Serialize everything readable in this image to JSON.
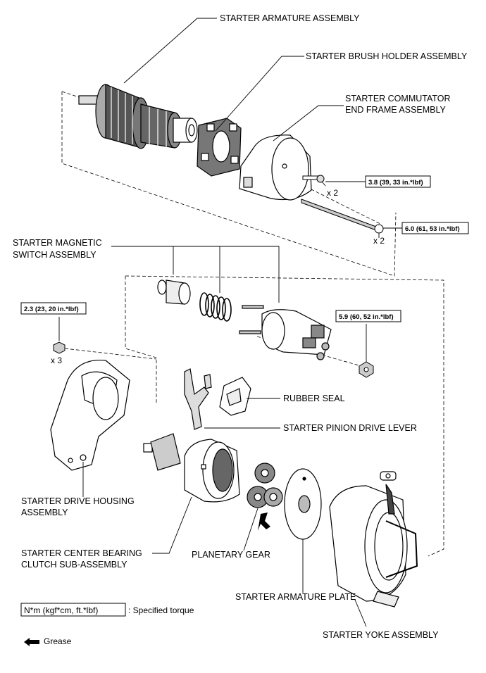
{
  "labels": {
    "armature": "STARTER ARMATURE ASSEMBLY",
    "brush_holder": "STARTER BRUSH HOLDER ASSEMBLY",
    "commutator_line1": "STARTER COMMUTATOR",
    "commutator_line2": "END FRAME ASSEMBLY",
    "magnetic_line1": "STARTER MAGNETIC",
    "magnetic_line2": "SWITCH ASSEMBLY",
    "rubber_seal": "RUBBER SEAL",
    "pinion_lever": "STARTER PINION DRIVE LEVER",
    "drive_housing_line1": "STARTER DRIVE HOUSING",
    "drive_housing_line2": "ASSEMBLY",
    "center_bearing_line1": "STARTER CENTER BEARING",
    "center_bearing_line2": "CLUTCH SUB-ASSEMBLY",
    "planetary_gear": "PLANETARY GEAR",
    "armature_plate": "STARTER ARMATURE PLATE",
    "yoke": "STARTER YOKE ASSEMBLY"
  },
  "torques": {
    "t1": "3.8 (39, 33 in.*lbf)",
    "t2": "6.0 (61, 53 in.*lbf)",
    "t3": "2.3 (23, 20 in.*lbf)",
    "t4": "5.9 (60, 52 in.*lbf)"
  },
  "quantities": {
    "q1": "x 2",
    "q2": "x 2",
    "q3": "x 3"
  },
  "legend": {
    "unit_box": "N*m (kgf*cm, ft.*lbf)",
    "unit_text": ": Specified torque",
    "grease": "Grease"
  }
}
